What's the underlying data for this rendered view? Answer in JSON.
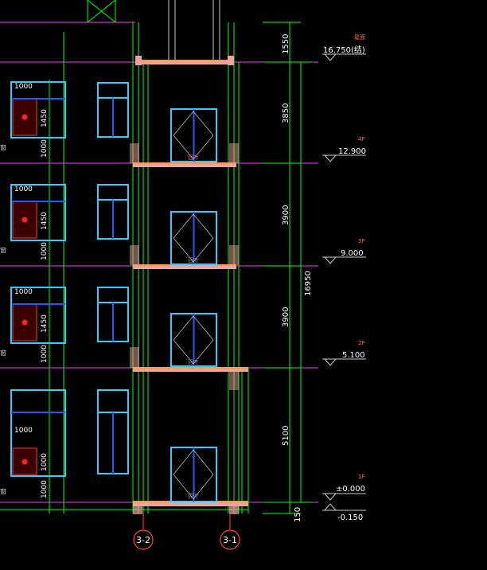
{
  "colors": {
    "background": "#000000",
    "wall_line": "#00ff00",
    "window_frame": "#33ccff",
    "glazing": "#1e5cff",
    "floor_slab": "#ff9a3c",
    "slab_fill": "#f2a0a0",
    "level_line": "#ff33ff",
    "dimension_text": "#ffffff",
    "level_label": "#ff6666",
    "hatch": "#ff3333",
    "axis_bubble": "#ff4444"
  },
  "dimensions": {
    "seg_top": "1550",
    "seg_4f": "3850",
    "seg_3f": "3900",
    "seg_2f": "3900",
    "seg_1f": "5100",
    "seg_base": "150",
    "total": "16950"
  },
  "levels": [
    {
      "name": "屋面",
      "elevation": "16.750(结)"
    },
    {
      "name": "4F",
      "elevation": "12.900"
    },
    {
      "name": "3F",
      "elevation": "9.000"
    },
    {
      "name": "2F",
      "elevation": "5.100"
    },
    {
      "name": "1F",
      "elevation": "±0.000"
    },
    {
      "name": "",
      "elevation": "-0.150"
    }
  ],
  "left_windows": [
    {
      "w": "1000",
      "h": "1450",
      "sill": "1000"
    },
    {
      "w": "1000",
      "h": "1450",
      "sill": "1000"
    },
    {
      "w": "1000",
      "h": "1450",
      "sill": "1000"
    },
    {
      "w": "1000",
      "h": "1000",
      "sill": "1000"
    }
  ],
  "door_tag": "百叶",
  "left_note": "窗",
  "axes": [
    "3-2",
    "3-1"
  ]
}
